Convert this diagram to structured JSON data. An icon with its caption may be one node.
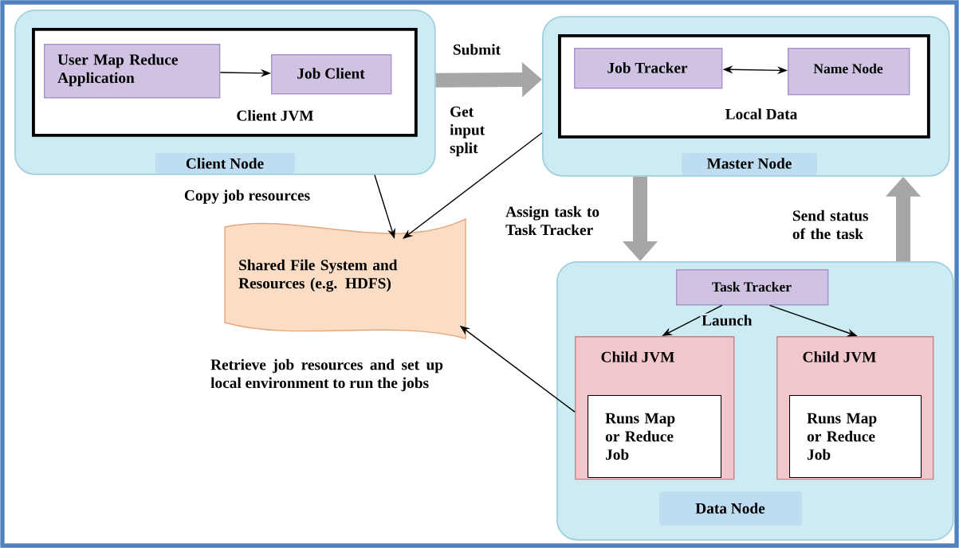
{
  "diagram": {
    "nodes": [
      {
        "text": [
          "Client Node"
        ]
      },
      {
        "text": [
          "Client JVM"
        ],
        "in": 0
      },
      {
        "text": [
          "User Map Reduce Application"
        ],
        "in": 1
      },
      {
        "text": [
          "Job Client"
        ],
        "in": 1
      },
      {
        "text": [
          "Master Node"
        ]
      },
      {
        "text": [
          "Local Data"
        ],
        "in": 4
      },
      {
        "text": [
          "Job Tracker"
        ],
        "in": 5
      },
      {
        "text": [
          "Name Node"
        ],
        "in": 5
      },
      {
        "text": [
          "Shared File System and Resources (e.g. HDFS)"
        ]
      },
      {
        "text": [
          "Data Node"
        ]
      },
      {
        "text": [
          "Task Tracker"
        ],
        "in": 9
      },
      {
        "text": [
          "Child JVM"
        ],
        "in": 9
      },
      {
        "text": [
          "Runs Map or Reduce Job"
        ],
        "in": 11
      },
      {
        "text": [
          "Child JVM"
        ],
        "in": 9
      },
      {
        "text": [
          "Runs Map or Reduce Job"
        ],
        "in": 13
      }
    ],
    "edges": [
      {
        "from": 2,
        "to": 3,
        "arrow": "to"
      },
      {
        "from": 6,
        "to": 7,
        "arrow": "both"
      },
      {
        "from": 0,
        "to": 4,
        "arrow": "to",
        "label": "Submit",
        "style": "thick",
        "color": "#a6a6a6"
      },
      {
        "from": 0,
        "to": 8,
        "arrow": "to",
        "label": "Copy job resources"
      },
      {
        "from": 4,
        "to": 8,
        "arrow": "to",
        "label": "Get input split"
      },
      {
        "from": 4,
        "to": 9,
        "arrow": "to",
        "label": "Assign task to Task Tracker",
        "style": "thick",
        "color": "#a6a6a6"
      },
      {
        "from": 9,
        "to": 4,
        "arrow": "to",
        "label": "Send status of the task",
        "style": "thick",
        "color": "#a6a6a6"
      },
      {
        "from": 10,
        "to": 11,
        "arrow": "to",
        "label": "Launch"
      },
      {
        "from": 10,
        "to": 13,
        "arrow": "to"
      },
      {
        "from": 11,
        "to": 8,
        "arrow": "to",
        "label": "Retrieve job resources and set up local environment to run the jobs"
      }
    ]
  }
}
